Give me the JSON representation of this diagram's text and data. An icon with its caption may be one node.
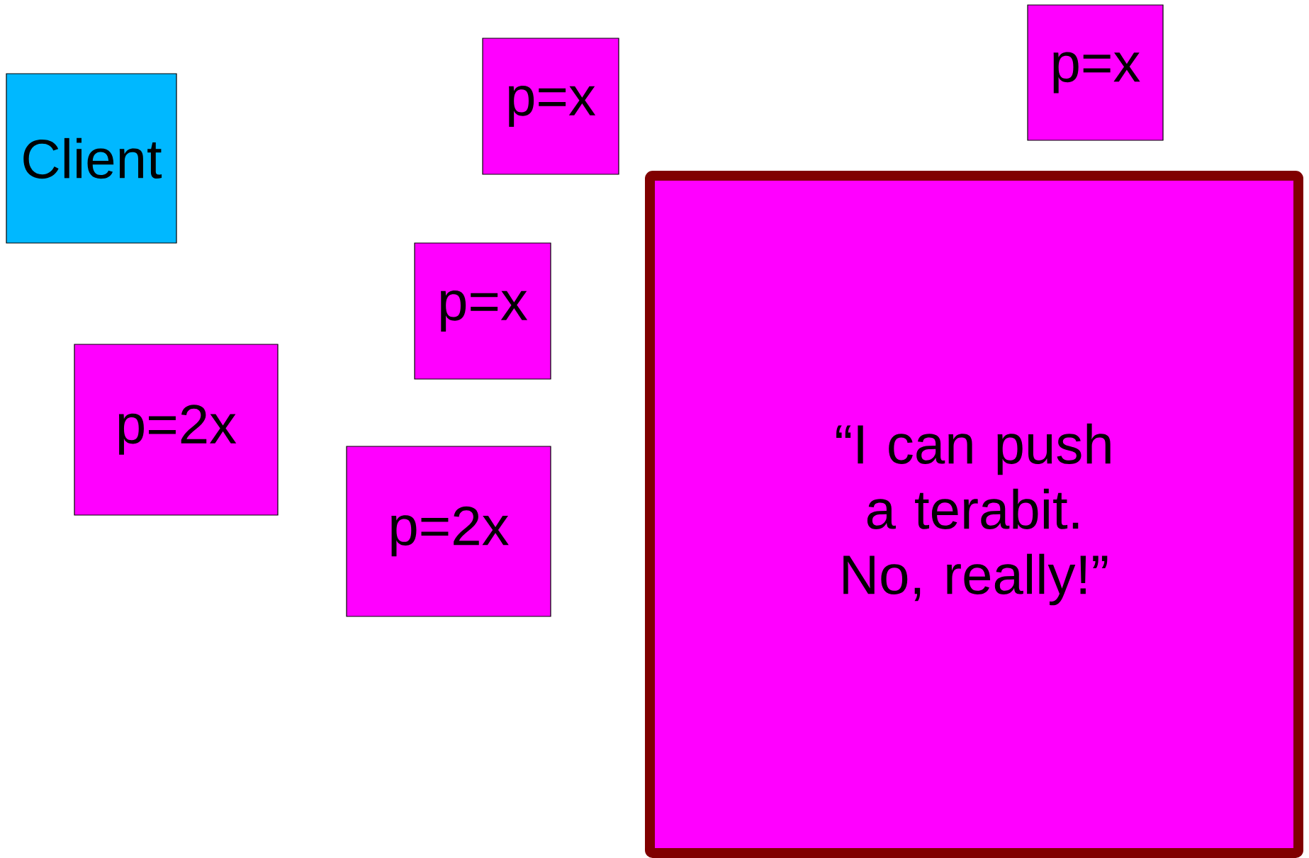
{
  "diagram": {
    "nodes": [
      {
        "text": [
          "Client"
        ]
      },
      {
        "text": [
          "p=x"
        ]
      },
      {
        "text": [
          "p=x"
        ]
      },
      {
        "text": [
          "p=x"
        ]
      },
      {
        "text": [
          "p=2x"
        ]
      },
      {
        "text": [
          "p=2x"
        ]
      },
      {
        "text": [
          "“I can push a terabit. No, really!”"
        ]
      }
    ]
  }
}
